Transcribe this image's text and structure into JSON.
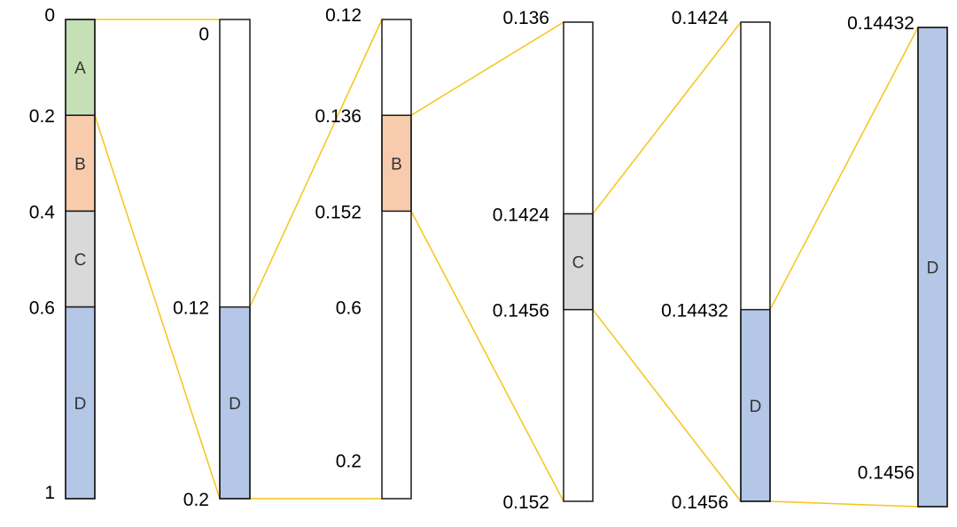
{
  "colors": {
    "A": "#c5e0b4",
    "B": "#f8cbad",
    "C": "#d9d9d9",
    "D": "#b4c7e7",
    "connector": "#f5c518",
    "empty": "#ffffff"
  },
  "bars": [
    {
      "id": "bar-1",
      "segments": [
        {
          "from": 0,
          "to": 0.2,
          "label": "A",
          "color": "A"
        },
        {
          "from": 0.2,
          "to": 0.4,
          "label": "B",
          "color": "B"
        },
        {
          "from": 0.4,
          "to": 0.6,
          "label": "C",
          "color": "C"
        },
        {
          "from": 0.6,
          "to": 1.0,
          "label": "D",
          "color": "D"
        }
      ],
      "ticks": [
        {
          "text": "0",
          "pos": 0
        },
        {
          "text": "0.2",
          "pos": 0.2
        },
        {
          "text": "0.4",
          "pos": 0.4
        },
        {
          "text": "0.6",
          "pos": 0.6
        },
        {
          "text": "1",
          "pos": 1.0
        }
      ]
    },
    {
      "id": "bar-2",
      "segments": [
        {
          "from": 0.6,
          "to": 1.0,
          "label": "D",
          "color": "D"
        }
      ],
      "ticks": [
        {
          "text": "0",
          "pos": 0.04
        },
        {
          "text": "0.12",
          "pos": 0.6
        },
        {
          "text": "0.2",
          "pos": 1.0
        }
      ]
    },
    {
      "id": "bar-3",
      "segments": [
        {
          "from": 0.2,
          "to": 0.4,
          "label": "B",
          "color": "B"
        }
      ],
      "ticks": [
        {
          "text": "0.12",
          "pos": 0
        },
        {
          "text": "0.136",
          "pos": 0.2
        },
        {
          "text": "0.152",
          "pos": 0.4
        },
        {
          "text": "0.6",
          "pos": 0.6
        },
        {
          "text": "0.2",
          "pos": 0.96
        }
      ]
    },
    {
      "id": "bar-4",
      "segments": [
        {
          "from": 0.4,
          "to": 0.6,
          "label": "C",
          "color": "C"
        }
      ],
      "ticks": [
        {
          "text": "0.136",
          "pos": 0
        },
        {
          "text": "0.1424",
          "pos": 0.4
        },
        {
          "text": "0.1456",
          "pos": 0.6
        },
        {
          "text": "0.152",
          "pos": 1.0
        }
      ]
    },
    {
      "id": "bar-5",
      "segments": [
        {
          "from": 0.6,
          "to": 1.0,
          "label": "D",
          "color": "D"
        }
      ],
      "ticks": [
        {
          "text": "0.1424",
          "pos": 0
        },
        {
          "text": "0.14432",
          "pos": 0.6
        },
        {
          "text": "0.1456",
          "pos": 1.0
        }
      ]
    },
    {
      "id": "bar-6",
      "segments": [
        {
          "from": 0,
          "to": 1.0,
          "label": "D",
          "color": "D"
        }
      ],
      "ticks": [
        {
          "text": "0.14432",
          "pos": 0
        },
        {
          "text": "0.1456",
          "pos": 0.96
        }
      ]
    }
  ]
}
